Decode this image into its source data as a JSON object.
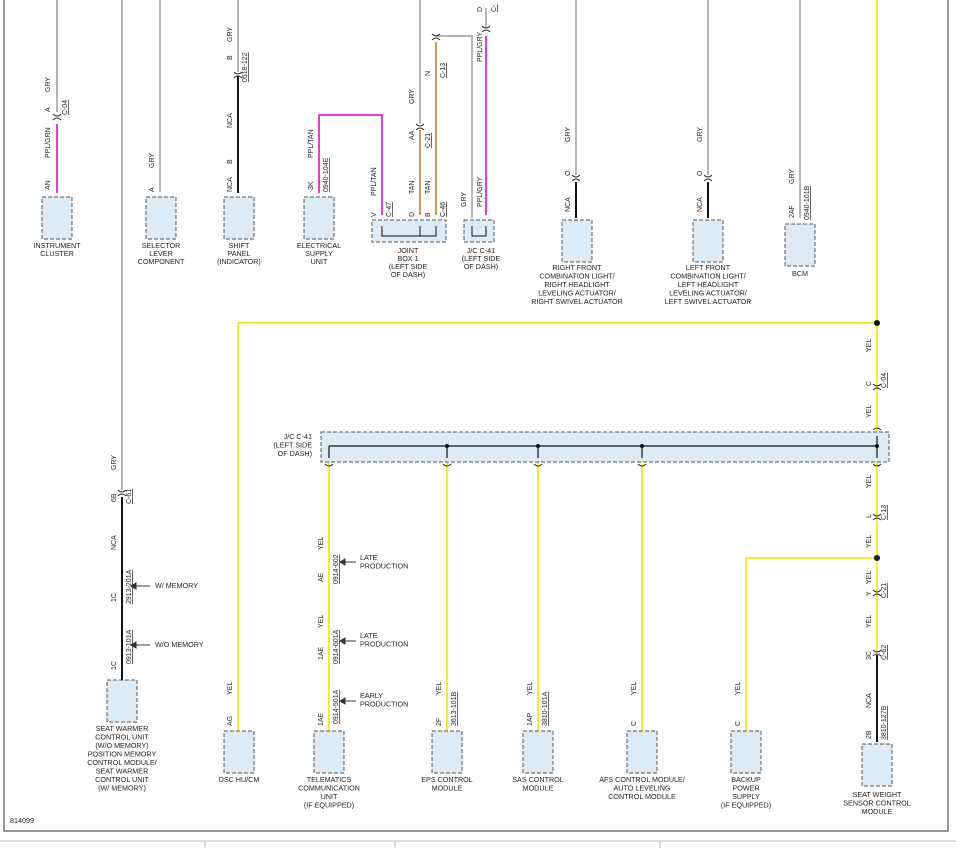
{
  "diagram_id": "814099",
  "colors": {
    "gry_wire": "#b5b5b5",
    "yel_wire": "#f4ee2a",
    "ppl_wire": "#e23fd2",
    "nca_wire": "#111111",
    "tan_wire": "#c79b56",
    "component_fill": "#dcebf6",
    "component_border": "#555555",
    "frame": "#333333"
  },
  "top_components": [
    {
      "id": "instrument-cluster",
      "lines": [
        "INSTRUMENT",
        "CLUSTER"
      ],
      "pin": "AN",
      "wire1": "PPL/GRN",
      "conn_pin": "A",
      "conn": "C-04",
      "wire2": "GRY"
    },
    {
      "id": "selector-lever",
      "lines": [
        "SELECTOR",
        "LEVER",
        "COMPONENT"
      ],
      "pin": "A",
      "wire1": "GRY"
    },
    {
      "id": "shift-panel",
      "lines": [
        "SHIFT",
        "PANEL",
        "(INDICATOR)"
      ],
      "pin": "NCA",
      "conn_pin": "B",
      "wire1": "NCA",
      "conn2_pin": "B",
      "conn2": "0518-122",
      "wire2": "GRY"
    },
    {
      "id": "electrical-supply",
      "lines": [
        "ELECTRICAL",
        "SUPPLY",
        "UNIT"
      ],
      "pin": "3K",
      "wire1": "PPL/TAN",
      "conn": "0940-104E"
    },
    {
      "id": "joint-box-1",
      "lines": [
        "JOINT",
        "BOX 1",
        "(LEFT SIDE",
        "OF DASH)"
      ],
      "pins": [
        "V",
        "D",
        "B"
      ],
      "conns": [
        "C-47",
        "C-46"
      ],
      "wires": [
        "PPL/TAN",
        "TAN",
        "TAN"
      ],
      "upper": {
        "pin": "AA",
        "conn": "C-21",
        "wire": "GRY",
        "pin2": "N",
        "conn2": "C-13"
      }
    },
    {
      "id": "jc-c41-top",
      "lines": [
        "J/C C-41",
        "(LEFT SIDE",
        "OF DASH)"
      ],
      "wires": [
        "GRY",
        "PPL/GRY"
      ],
      "upper": {
        "pin": "D",
        "conn": "C-",
        "wire": "PPL/GRY"
      }
    },
    {
      "id": "right-front-combo",
      "lines": [
        "RIGHT FRONT",
        "COMBINATION LIGHT/",
        "RIGHT HEADLIGHT",
        "LEVELING ACTUATOR/",
        "RIGHT SWIVEL ACTUATOR"
      ],
      "pin": "NCA",
      "conn_pin": "O",
      "wire": "GRY"
    },
    {
      "id": "left-front-combo",
      "lines": [
        "LEFT FRONT",
        "COMBINATION LIGHT/",
        "LEFT HEADLIGHT",
        "LEVELING ACTUATOR/",
        "LEFT SWIVEL ACTUATOR"
      ],
      "pin": "NCA",
      "conn_pin": "O",
      "wire": "GRY"
    },
    {
      "id": "bcm",
      "lines": [
        "BCM"
      ],
      "pin": "2AF",
      "conn": "0940-101B",
      "wire": "GRY"
    }
  ],
  "jc_bus": {
    "lines": [
      "J/C C-41",
      "(LEFT SIDE",
      "OF DASH)"
    ]
  },
  "seat_warmer": {
    "lines": [
      "SEAT WARMER",
      "CONTROL UNIT",
      "(W/O MEMORY)",
      "POSITION MEMORY",
      "CONTROL MODULE/",
      "SEAT WARMER",
      "CONTROL UNIT",
      "(W/ MEMORY)"
    ],
    "wire_top": "GRY",
    "pin_top": "6B",
    "conn_top": "C-61",
    "wire_mid": "NCA",
    "pin_a": "1C",
    "conn_a": "2913-201A",
    "note_a": "W/ MEMORY",
    "pin_b": "1C",
    "conn_b": "0913-101A",
    "note_b": "W/O MEMORY"
  },
  "bottom_components": [
    {
      "id": "dsc-hu-cm",
      "lines": [
        "DSC HU/CM"
      ],
      "pin": "AG",
      "wire": "YEL"
    },
    {
      "id": "telematics",
      "lines": [
        "TELEMATICS",
        "COMMUNICATION",
        "UNIT",
        "(IF EQUIPPED)"
      ],
      "pin": "1AE",
      "conn": "0914-501A",
      "wire": "YEL",
      "variants": [
        {
          "pin": "AE",
          "conn": "0914-602",
          "wire": "YEL",
          "note": [
            "LATE",
            "PRODUCTION"
          ]
        },
        {
          "pin": "1AE",
          "conn": "0914-601A",
          "wire": "YEL",
          "note": [
            "LATE",
            "PRODUCTION"
          ]
        },
        {
          "pin": "1AE",
          "conn": "0914-501A",
          "wire": "YEL",
          "note": [
            "EARLY",
            "PRODUCTION"
          ]
        }
      ]
    },
    {
      "id": "eps-control",
      "lines": [
        "EPS CONTROL",
        "MODULE"
      ],
      "pin": "2F",
      "conn": "3613-101B",
      "wire": "YEL"
    },
    {
      "id": "sas-control",
      "lines": [
        "SAS CONTROL",
        "MODULE"
      ],
      "pin": "1AP",
      "conn": "3810-101A",
      "wire": "YEL"
    },
    {
      "id": "afs-control",
      "lines": [
        "AFS CONTROL MODULE/",
        "AUTO LEVELING",
        "CONTROL MODULE"
      ],
      "pin": "C",
      "wire": "YEL"
    },
    {
      "id": "backup-power",
      "lines": [
        "BACKUP",
        "POWER",
        "SUPPLY",
        "(IF EQUIPPED)"
      ],
      "pin": "C",
      "wire": "YEL"
    },
    {
      "id": "seat-weight",
      "lines": [
        "SEAT WEIGHT",
        "SENSOR CONTROL",
        "MODULE"
      ],
      "pin": "2B",
      "conn": "3810-127B",
      "wire": "NCA"
    }
  ],
  "right_trunk": [
    {
      "wire": "YEL"
    },
    {
      "pin": "C",
      "conn": "C-04",
      "wire": "YEL"
    },
    {
      "wire": "YEL"
    },
    {
      "pin": "L",
      "conn": "C-13",
      "wire": "YEL"
    },
    {
      "pin": "Y",
      "conn": "C-21",
      "wire": "YEL"
    },
    {
      "pin": "3C",
      "conn": "C-62",
      "wire": "NCA"
    }
  ]
}
